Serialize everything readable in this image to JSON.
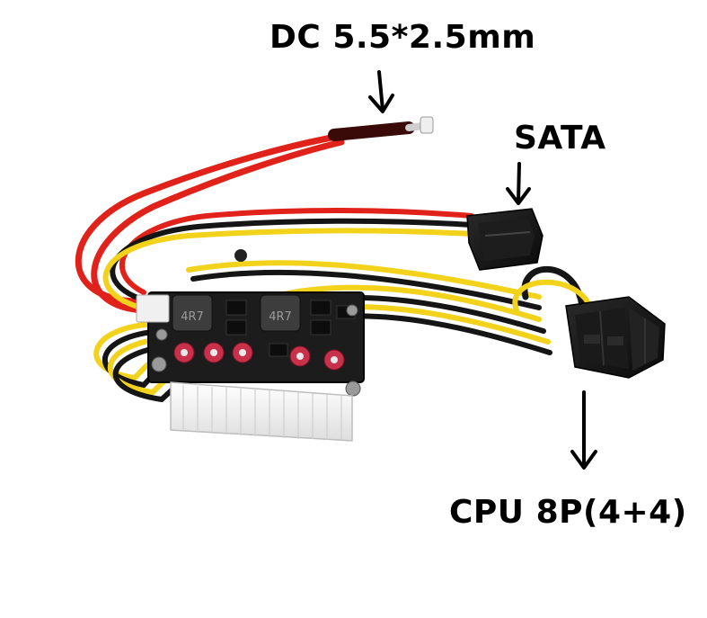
{
  "callouts": {
    "dc": "DC 5.5*2.5mm",
    "sata": "SATA",
    "cpu": "CPU 8P(4+4)"
  },
  "board": {
    "inductor_marking": "4R7"
  },
  "colors": {
    "wire_red": "#e0221b",
    "wire_yellow": "#f2d21b",
    "wire_black": "#151515",
    "pcb": "#1c1c1c",
    "connector": "#111111",
    "header_white": "#f4f4f4",
    "capacitor": "#c9304a"
  }
}
